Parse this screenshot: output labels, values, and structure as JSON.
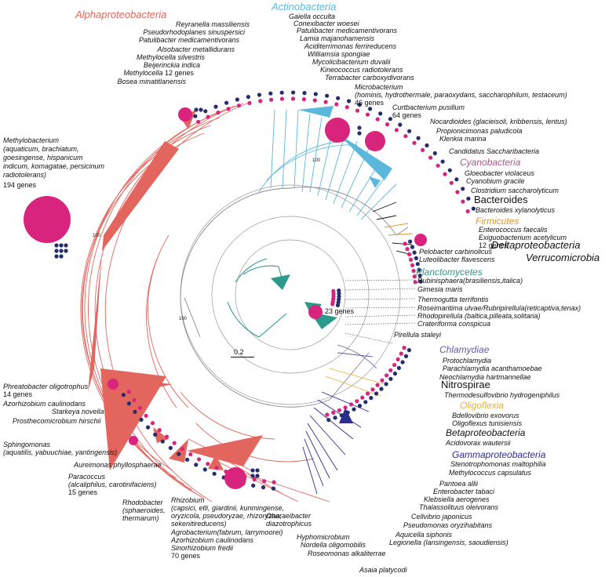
{
  "colors": {
    "alpha": "#e2665e",
    "actino": "#5bb8dc",
    "plancto": "#2a9a8a",
    "cyano": "#b0578a",
    "firmicutes": "#d9962c",
    "chlamydiae": "#6a5aa8",
    "oligo": "#e3b23c",
    "gamma": "#2d2d8f",
    "magenta": "#d8247c",
    "navy": "#262d6b",
    "black": "#111111"
  },
  "groups": {
    "alphaproteobacteria": "Alphaproteobacteria",
    "actinobacteria": "Actinobacteria",
    "cyanobacteria": "Cyanobacteria",
    "bacteroides": "Bacteroides",
    "firmicutes": "Firmicutes",
    "deltaproteobacteria": "Deltaproteobacteria",
    "verrucomicrobia": "Verrucomicrobia",
    "planctomycetes": "Planctomycetes",
    "chlamydiae": "Chlamydiae",
    "nitrospirae": "Nitrospirae",
    "oligoflexia": "Oligoflexia",
    "betaproteobacteria": "Betaproteobacteria",
    "gammaproteobacteria": "Gammaproteobacteria"
  },
  "scale_label": "0.2",
  "bootstrap": {
    "b1": "100",
    "b2": "100",
    "b3": "100"
  },
  "labels": {
    "reyranella": "Reyranella massiliensis",
    "pseudorhodoplanes": "Pseudorhodoplanes sinuspersici",
    "patulibacter_a": "Patulibacter medicamentivorans",
    "alsobacter": "Alsobacter metallidurans",
    "methylocella_s": "Methylocella silvestris",
    "beijerinckia": "Beijerinckia indica",
    "methylocella_12_name": "Methylocella",
    "methylocella_12_genes": "12 genes",
    "bosea": "Bosea minatitlanensis",
    "gaiella": "Gaiella occulta",
    "conexibacter": "Conexibacter woesei",
    "patulibacter_b": "Patulibacter medicamentivorans",
    "lamia": "Lamia majanohamensis",
    "aciditerrimonas": "Aciditerrimonas ferrireducens",
    "williamsia": "Williamsia spongiae",
    "mycolicibacterium": "Mycolicibacterium duvalii",
    "kineococcus": "Kineococcus radiotolerans",
    "terrabacter": "Terrabacter carboxydivorans",
    "microbacterium_name": "Microbacterium",
    "microbacterium_species": "(hominis, hydrothermale, paraoxydans, saccharophilum, testaceum)",
    "microbacterium_genes": "46 genes",
    "curtobacterium_name": "Curtbacterium pusillum",
    "curtobacterium_genes": "64 genes",
    "nocardioides": "Nocardioides (glacieisoli, kribbensis, lentus)",
    "propionicimonas": "Propionicimonas paludicola",
    "klenkia": "Klenkia marina",
    "saccharibacteria": "Candidatus Saccharibacteria",
    "gloeobacter": "Gloeobacter violaceus",
    "cyanobium": "Cyanobium gracile",
    "clostridium": "Clostridium saccharolyticum",
    "bacteroides_x": "Bacteroides xylanolyticus",
    "enterococcus": "Enterococcus faecalis",
    "exiguobacterium": "Exiguobacterium acetylicum",
    "exiguobacterium_genes": "12 genes",
    "pelobacter": "Pelobacter carbinolicus",
    "luteolibacter": "Luteolibacter flavescens",
    "rubinisphaera": "Rubinisphaera(brasiliensis,italica)",
    "gimesia": "Gimesia maris",
    "thermogutta": "Thermogutta terrifontis",
    "roseimaritima": "Roseimaritima ulvae/Rubripirellula(reticaptiva,tenax)",
    "rhodopirellula": "Rhodopirellula (baltica,pilleata,solitaria)",
    "crateriforma": "Crateriforma conspicua",
    "plancto_genes": "23 genes",
    "pirellula": "Pirellula staleyi",
    "protochlamydia": "Protochlamydia",
    "parachlamydia": "Parachlamydia acanthamoebae",
    "neochlamydia": "Neochlamydia hartmannellae",
    "thermodesulfovibrio": "Thermodesulfovibrio hydrogeniphilus",
    "bdellovibrio": "Bdellovibrio exovorus",
    "oligoflexus": "Oligoflexus tunisiensis",
    "acidovorax": "Acidovorax wautersii",
    "stenotrophomonas": "Stenotrophomonas maltophilia",
    "methylococcus": "Methylococcus capsulatus",
    "pantoea": "Pantoea allii",
    "enterobacter": "Enterobacter tabaci",
    "klebsiella": "Klebsiella aerogenes",
    "thalassolituus": "Thalassolituus oleivorans",
    "cellvibrio": "Cellvibrio japonicus",
    "pseudomonas": "Pseudomonas oryzihabitans",
    "aquicella": "Aquicella siphonis",
    "legionella": "Legionella (lansingensis, saoudiensis)",
    "asaia": "Asaia platycodi",
    "roseomonas": "Roseomonas alkaliterrae",
    "nordella": "Nordella oligomobilis",
    "hyphomicrobium": "Hyphomicrobium",
    "oharaeibacter_1": "Oharaeibacter",
    "oharaeibacter_2": "diazotrophicus",
    "rhizobium_name": "Rhizobium",
    "rhizobium_l1": "(capsici, etli, giardinii, kunmingense,",
    "rhizobium_l2": "oryzicola, pseudoryzae, rhizoryzae,",
    "rhizobium_l3": "sekenitireducens)",
    "agrobacterium": "Agrobacterium(fabrum, larrymoorei)",
    "azorhizobium_2": "Azorhizobium caulinodans",
    "sinorhizobium": "Sinorhizobium fredii",
    "rhizobium_genes": "70 genes",
    "rhodobacter_name": "Rhodobacter",
    "rhodobacter_l1": "(sphaeroides,",
    "rhodobacter_l2": "thermarum)",
    "paracoccus_name": "Paracoccus",
    "paracoccus_l1": "(alcaliphilus, carotinifaciens)",
    "paracoccus_genes": "15 genes",
    "aureimonas": "Aureimonas phyllosphaerae",
    "sphingomonas_name": "Sphingomonas",
    "sphingomonas_l1": "(aquatilis, yabuuchiae, yantingensis)",
    "prosthecomicrobium": "Prosthecomicrobium hirschii",
    "starkeya": "Starkeya novella",
    "azorhizobium_1": "Azorhizobium caulinodans",
    "phreatobacter_name": "Phreatobacter oligotrophus",
    "phreatobacter_genes": "14 genes",
    "methylobacterium_name": "Methylobacterium",
    "methylobacterium_l1": "(aquaticum, brachiatum,",
    "methylobacterium_l2": "goesingense, hispanicum",
    "methylobacterium_l3": "indicum, komagatae, persicinum",
    "methylobacterium_l4": "radiotolerans)",
    "methylobacterium_genes": "194 genes"
  }
}
